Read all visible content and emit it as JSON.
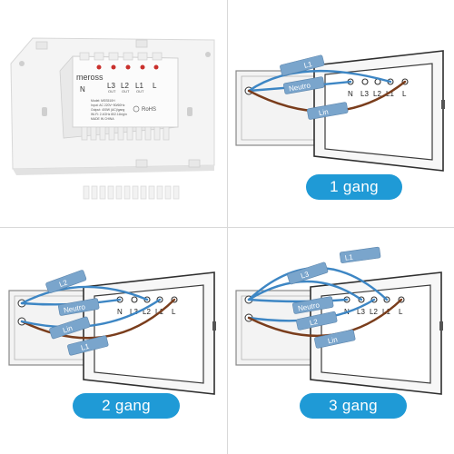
{
  "colors": {
    "accent": "#1f9ad6",
    "wire_blue": "#3d86c4",
    "wire_brown": "#7a3d1c",
    "frame": "#3a3a3a"
  },
  "product": {
    "brand": "meross",
    "terminals": [
      "N",
      "L3",
      "L2",
      "L1",
      "L"
    ],
    "terminal_sub": [
      "",
      "OUT",
      "OUT",
      "OUT",
      ""
    ],
    "spec_lines": [
      "Model: MSS510H",
      "Input: AC 220V~50/60Hz",
      "Output: 400W (AC)/gang",
      "Wi-Fi: 2.4GHz 802.11b/g/n",
      "MADE IN CHINA"
    ],
    "cert": "RoHS"
  },
  "one_gang": {
    "label": "1 gang",
    "terminals": [
      "N",
      "L3",
      "L2",
      "L1",
      "L"
    ],
    "tags": [
      "L1",
      "Neutro",
      "Lin"
    ]
  },
  "two_gang": {
    "label": "2 gang",
    "terminals": [
      "N",
      "L3",
      "L2",
      "L1",
      "L"
    ],
    "tags": [
      "L2",
      "Neutro",
      "Lin",
      "L1"
    ]
  },
  "three_gang": {
    "label": "3 gang",
    "terminals": [
      "N",
      "L3",
      "L2",
      "L1",
      "L"
    ],
    "tags": [
      "L1",
      "L3",
      "Neutro",
      "L2",
      "Lin"
    ]
  }
}
